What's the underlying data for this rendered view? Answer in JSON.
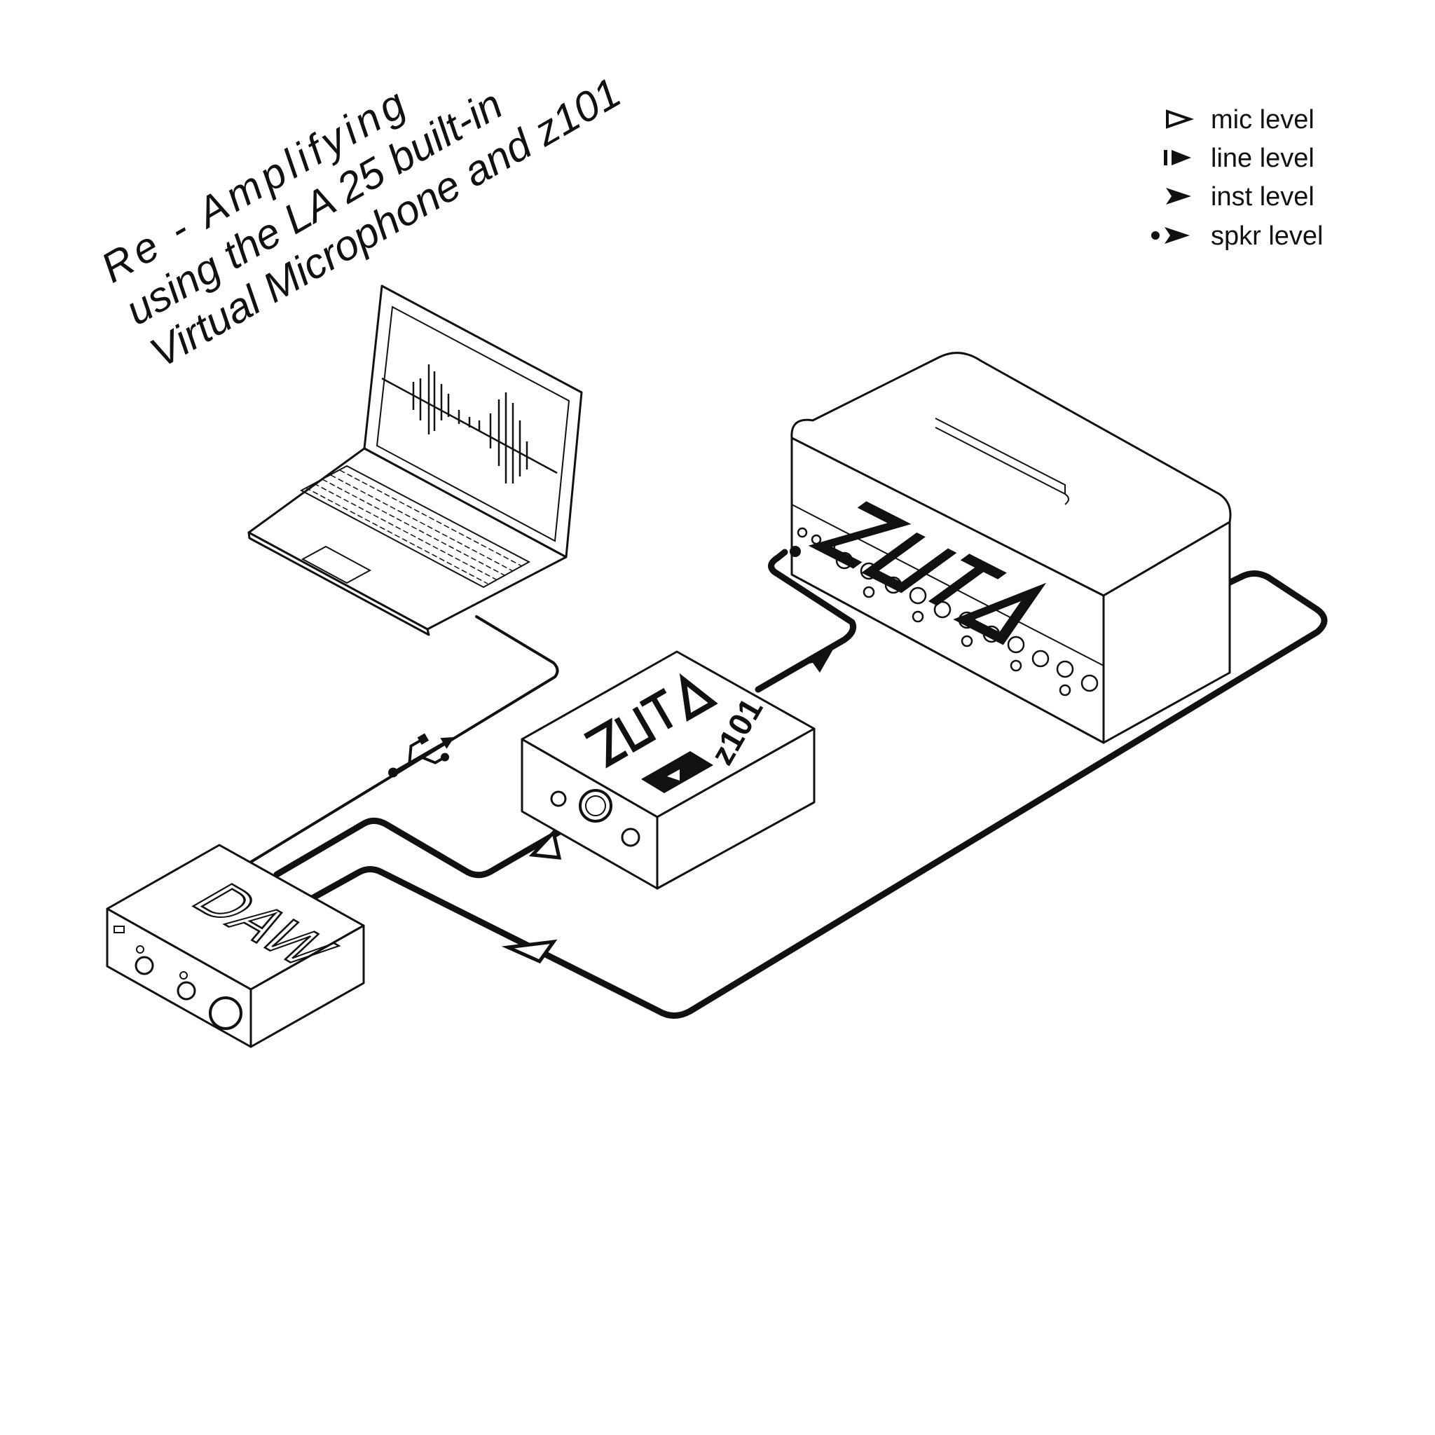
{
  "title": {
    "line1": "Re - Amplifying",
    "line2": "using the LA 25 built-in",
    "line3": "Virtual Microphone and z101"
  },
  "legend": [
    {
      "icon": "mic-level-arrow-icon",
      "label": "mic  level"
    },
    {
      "icon": "line-level-arrow-icon",
      "label": "line  level"
    },
    {
      "icon": "inst-level-arrow-icon",
      "label": "inst  level"
    },
    {
      "icon": "spkr-level-arrow-icon",
      "label": "spkr level"
    }
  ],
  "devices": {
    "daw_label": "DAW",
    "reamp_box_label": "z101",
    "brand_logo": "ZUTA",
    "laptop": "laptop-icon",
    "amp_head": "amp-head-icon",
    "usb": "usb-icon"
  },
  "colors": {
    "ink": "#111111",
    "background": "#ffffff"
  }
}
